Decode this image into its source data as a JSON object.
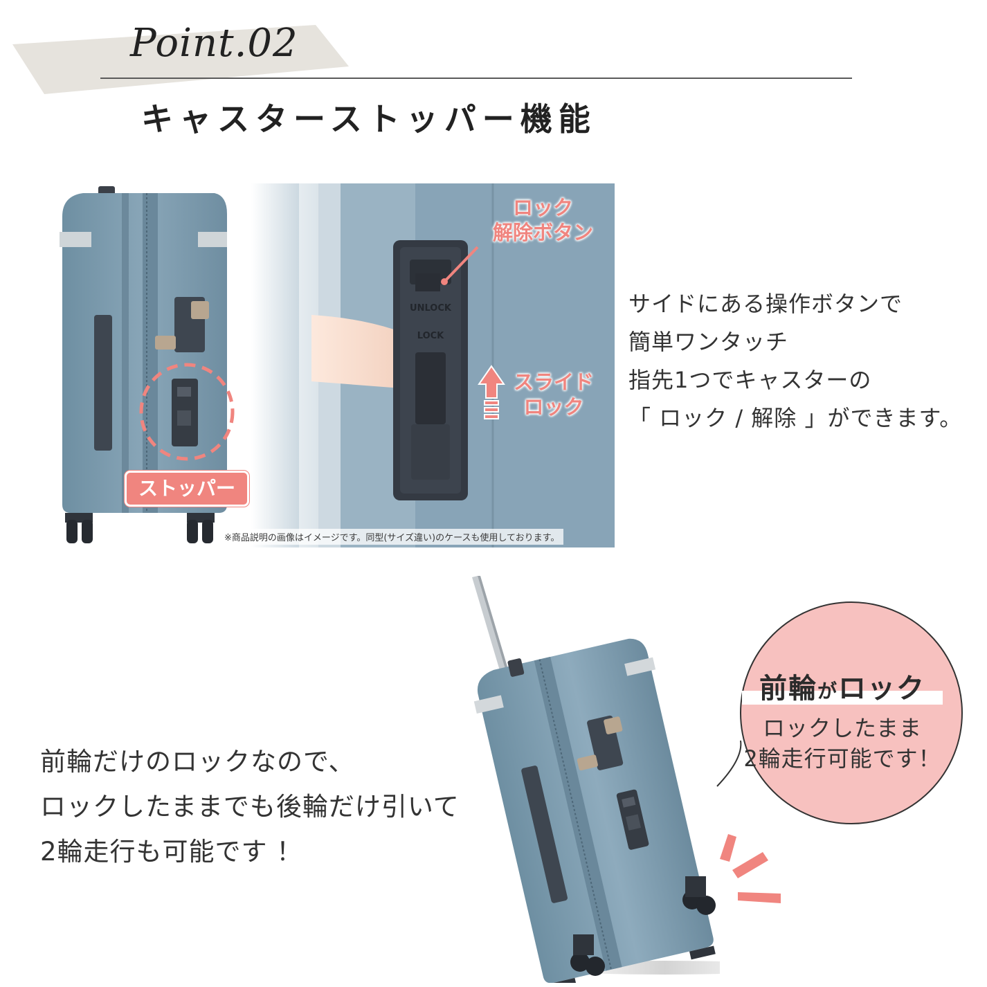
{
  "header": {
    "point_label": "Point.02",
    "title": "キャスターストッパー機能"
  },
  "top_photo": {
    "unlock_button_label": [
      "ロック",
      "解除ボタン"
    ],
    "slide_lock_label": [
      "スライド",
      "ロック"
    ],
    "switch_unlock_text": "UNLOCK",
    "switch_lock_text": "LOCK",
    "stopper_badge": "ストッパー",
    "caption": "※商品説明の画像はイメージです。同型(サイズ違い)のケースも使用しております。"
  },
  "description_1": {
    "lines": [
      "サイドにある操作ボタンで",
      "簡単ワンタッチ",
      "指先1つでキャスターの",
      "「 ロック / 解除 」ができます。"
    ]
  },
  "description_2": {
    "lines": [
      "前輪だけのロックなので、",
      "ロックしたままでも後輪だけ引いて",
      "2輪走行も可能です ！"
    ]
  },
  "bubble": {
    "title_a": "前輪",
    "title_b": "が",
    "title_c": "ロック",
    "sub_lines": [
      "ロックしたまま",
      "2輪走行可能です！"
    ]
  },
  "colors": {
    "accent_pink": "#f0857f",
    "bubble_pink": "#f7c1bf",
    "suitcase_blue": "#7e9cad",
    "photo_bg_blue": "#8aa6b8",
    "tape_gray": "#e6e3dd"
  }
}
